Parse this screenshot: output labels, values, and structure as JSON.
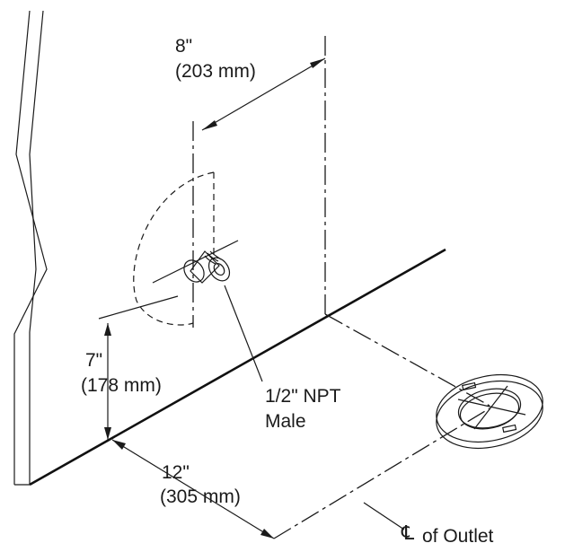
{
  "labels": {
    "width_in": "8\"",
    "width_mm": "(203 mm)",
    "height_in": "7\"",
    "height_mm": "(178 mm)",
    "depth_in": "12\"",
    "depth_mm": "(305 mm)",
    "fitting_line1": "1/2\" NPT",
    "fitting_line2": "Male",
    "centerline_symbol": "℄",
    "centerline_text": "of Outlet"
  }
}
